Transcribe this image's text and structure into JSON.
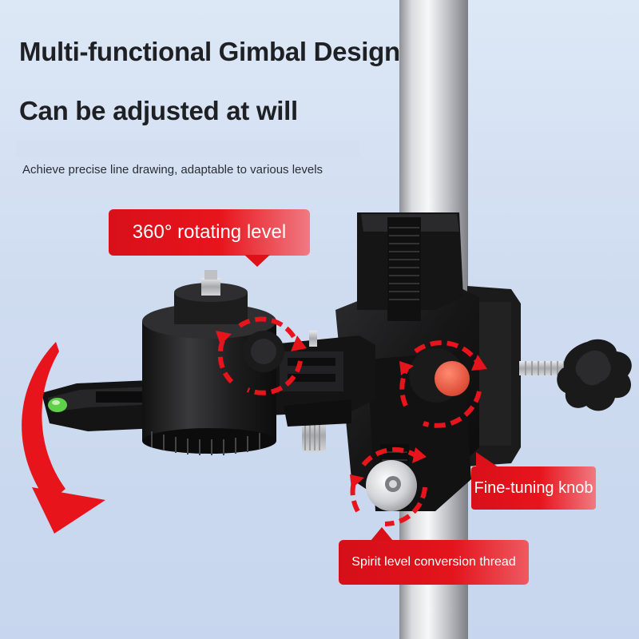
{
  "headline": {
    "line1": "Multi-functional Gimbal Design",
    "line2": "Can be adjusted at will",
    "subtitle": "Achieve precise line drawing, adaptable to various levels"
  },
  "callouts": {
    "rotating_level": "360° rotating level",
    "fine_tuning_knob": "Fine-tuning knob",
    "spirit_level_thread": "Spirit level conversion thread"
  },
  "colors": {
    "background": "#d6e2f3",
    "accent_red": "#e8141c",
    "mount_black": "#1a1a1a",
    "pole_silver": "#c9cbcf",
    "knob_orange": "#e65a46",
    "bubble_green": "#5fd04a"
  }
}
